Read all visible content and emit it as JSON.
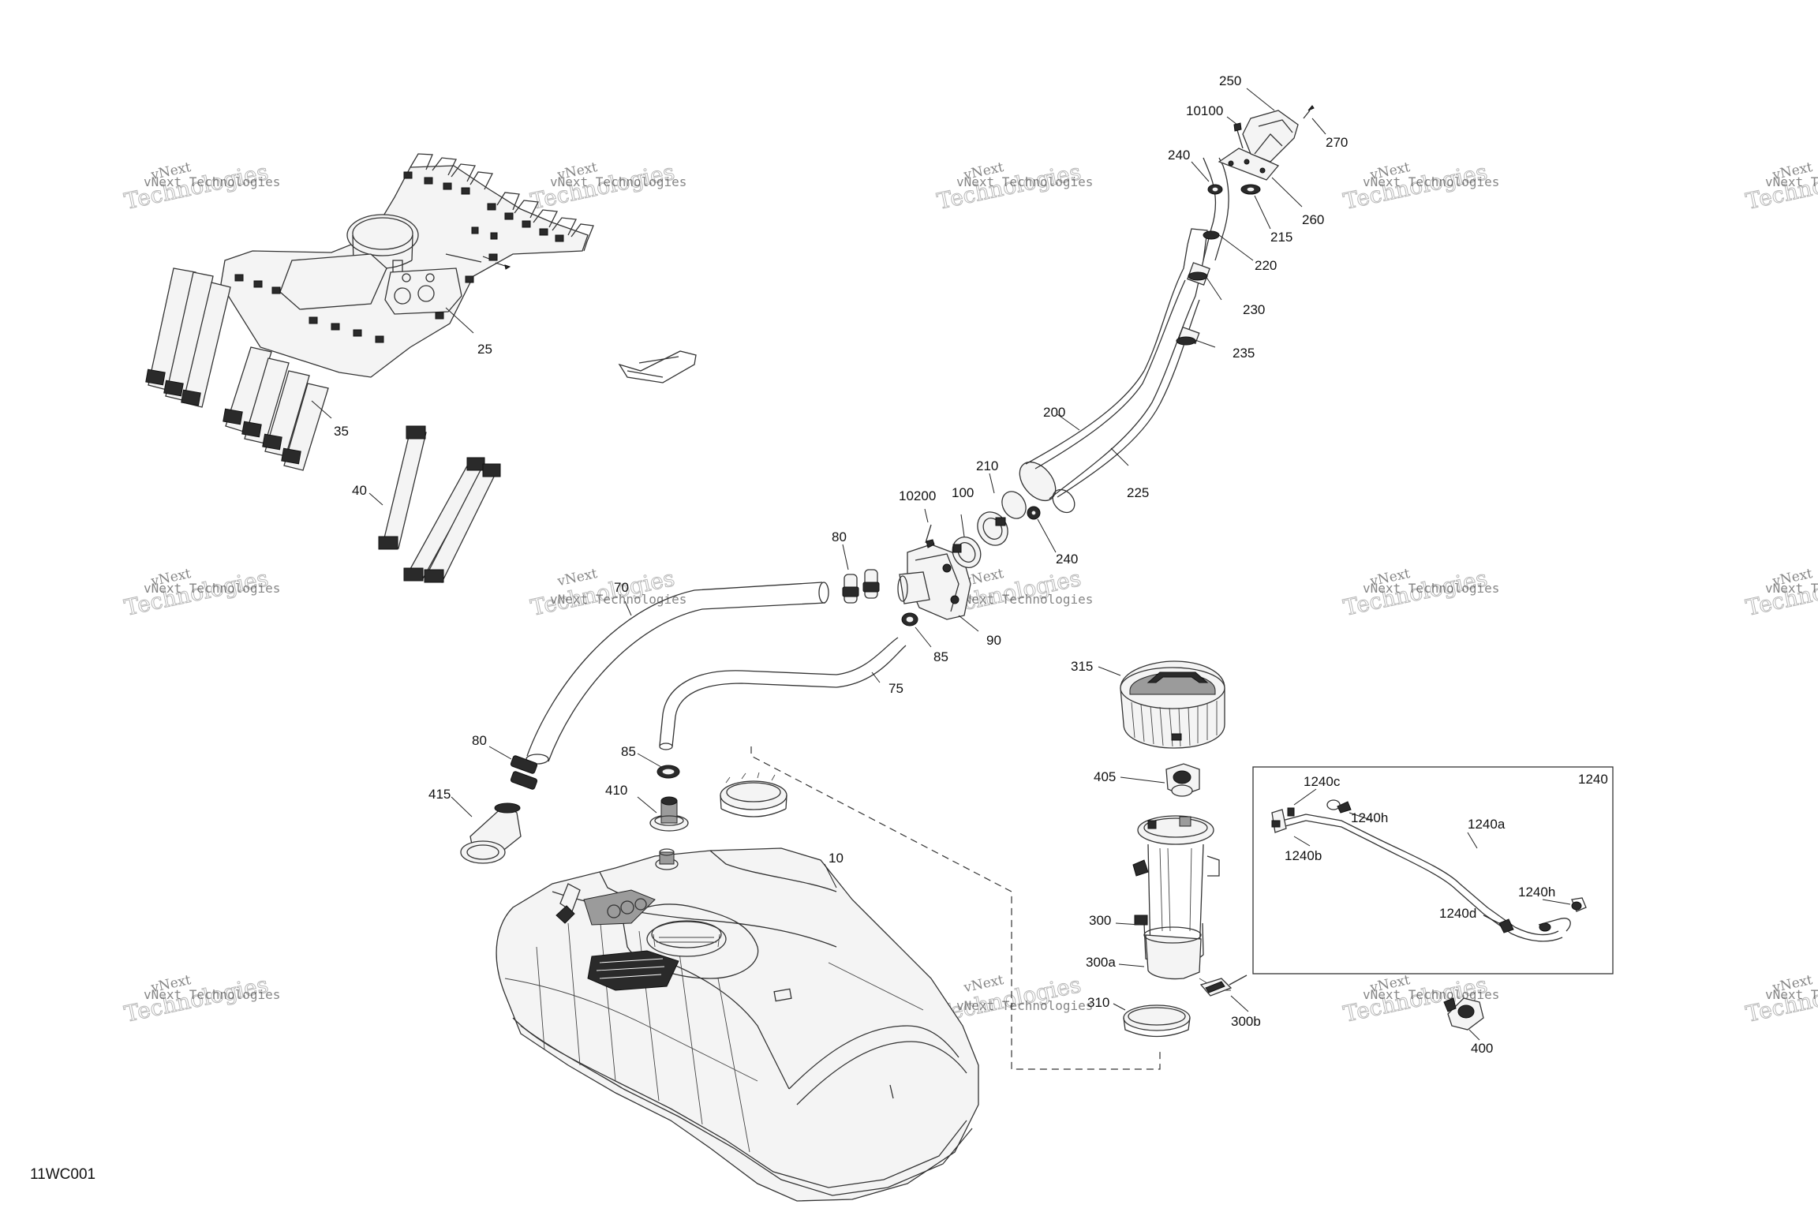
{
  "diagram_code": "11WC001",
  "watermark": {
    "top": "vNext",
    "big": "Technologies",
    "small": "vNext Technologies"
  },
  "kit_box_label": "1240",
  "parts": {
    "p10": "10",
    "p25": "25",
    "p35": "35",
    "p40": "40",
    "p70": "70",
    "p75": "75",
    "p80a": "80",
    "p80b": "80",
    "p85a": "85",
    "p85b": "85",
    "p90": "90",
    "p100": "100",
    "p200": "200",
    "p210": "210",
    "p215": "215",
    "p220": "220",
    "p225": "225",
    "p230": "230",
    "p235": "235",
    "p240a": "240",
    "p240b": "240",
    "p250": "250",
    "p260": "260",
    "p270": "270",
    "p300": "300",
    "p300a": "300a",
    "p300b": "300b",
    "p310": "310",
    "p315": "315",
    "p400": "400",
    "p405": "405",
    "p410": "410",
    "p415": "415",
    "p10100": "10100",
    "p10200": "10200",
    "p1240a": "1240a",
    "p1240b": "1240b",
    "p1240c": "1240c",
    "p1240d": "1240d",
    "p1240h1": "1240h",
    "p1240h2": "1240h"
  }
}
